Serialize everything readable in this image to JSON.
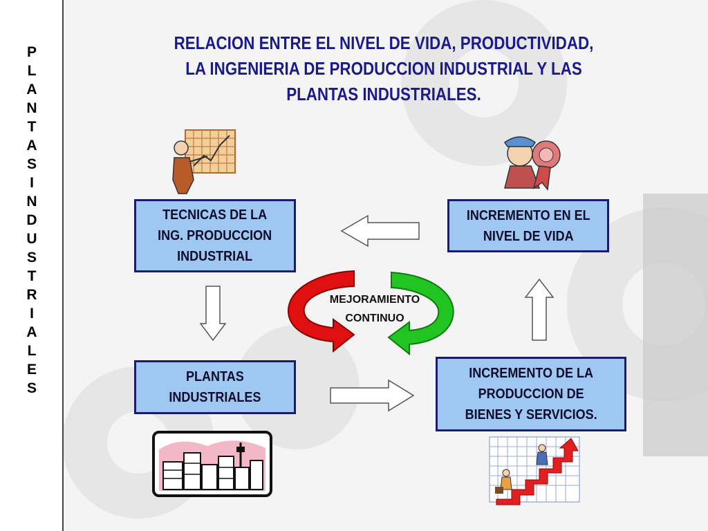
{
  "sidebar": {
    "letters": [
      "P",
      "L",
      "A",
      "N",
      "T",
      "A",
      "S",
      "I",
      "N",
      "D",
      "U",
      "S",
      "T",
      "R",
      "I",
      "A",
      "L",
      "E",
      "S"
    ]
  },
  "title": {
    "lines": [
      "RELACION ENTRE EL NIVEL DE VIDA, PRODUCTIVIDAD,",
      "LA INGENIERIA DE PRODUCCION INDUSTRIAL Y LAS",
      "PLANTAS INDUSTRIALES."
    ]
  },
  "boxes": {
    "tecnicas": {
      "lines": [
        "TECNICAS DE LA",
        "ING. PRODUCCION",
        "INDUSTRIAL"
      ]
    },
    "incremento_vida": {
      "lines": [
        "INCREMENTO EN EL",
        "NIVEL DE VIDA"
      ]
    },
    "plantas": {
      "lines": [
        "PLANTAS",
        "INDUSTRIALES"
      ]
    },
    "incremento_produccion": {
      "lines": [
        "INCREMENTO DE LA",
        "PRODUCCION DE",
        "BIENES Y SERVICIOS."
      ]
    }
  },
  "cycle": {
    "lines": [
      "MEJORAMIENTO",
      "CONTINUO"
    ]
  },
  "colors": {
    "title": "#1a1a8c",
    "box_fill": "#9ec7f2",
    "box_border": "#1b1b6e",
    "cycle_red": "#e01010",
    "cycle_green": "#22c422"
  }
}
